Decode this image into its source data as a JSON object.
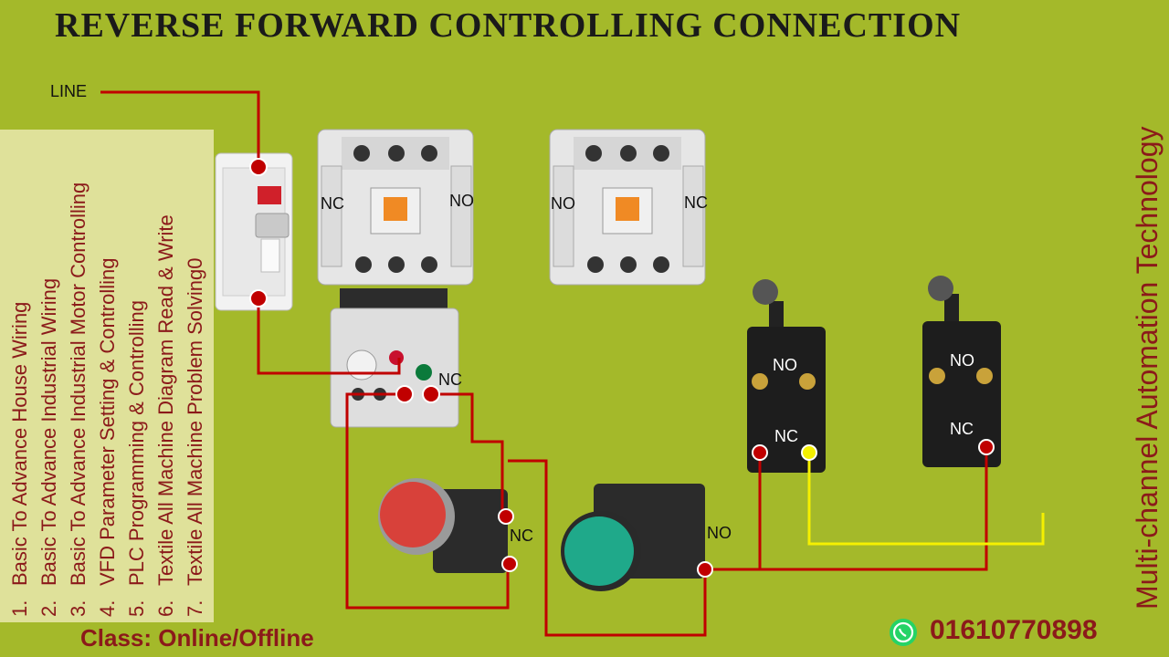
{
  "title": "REVERSE FORWARD CONTROLLING CONNECTION",
  "line_label": "LINE",
  "courses": [
    {
      "num": "1.",
      "text": "Basic To Advance House Wiring"
    },
    {
      "num": "2.",
      "text": "Basic To Advance Industrial Wiring"
    },
    {
      "num": "3.",
      "text": "Basic To Advance Industrial Motor Controlling"
    },
    {
      "num": "4.",
      "text": "VFD Parameter Setting & Controlling"
    },
    {
      "num": "5.",
      "text": "PLC Programming & Controlling"
    },
    {
      "num": "6.",
      "text": "Textile All Machine Diagram Read & Write"
    },
    {
      "num": "7.",
      "text": "Textile All Machine Problem Solving0"
    }
  ],
  "labels": {
    "contactor1_nc": "NC",
    "contactor1_no": "NO",
    "contactor2_no": "NO",
    "contactor2_nc": "NC",
    "overload_nc": "NC",
    "stop_button_nc": "NC",
    "start_button_no": "NO",
    "limit1_no": "NO",
    "limit1_nc": "NC",
    "limit2_no": "NO",
    "limit2_nc": "NC"
  },
  "class_text": "Class: Online/Offline",
  "phone": "01610770898",
  "side_brand": "Multi-channel Automation Technology",
  "colors": {
    "background": "#a4b92a",
    "wire": "#c00000",
    "wire_yellow": "#f5f000",
    "text_brand": "#8b1a1a",
    "stop_button": "#d8413a",
    "start_button": "#1fa98a"
  }
}
